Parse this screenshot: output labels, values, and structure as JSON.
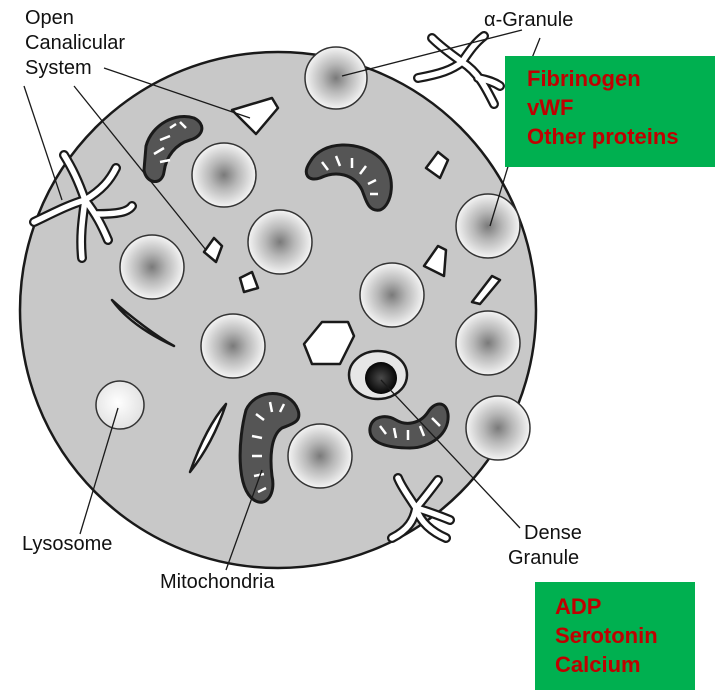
{
  "labels": {
    "open_canalicular_system": [
      "Open",
      "Canalicular",
      "System"
    ],
    "alpha_granule": "α-Granule",
    "lysosome": "Lysosome",
    "mitochondria": "Mitochondria",
    "dense_granule": [
      "Dense",
      "Granule"
    ]
  },
  "boxes": {
    "alpha_contents": [
      "Fibrinogen",
      "vWF",
      "Other proteins"
    ],
    "dense_contents": [
      "ADP",
      "Serotonin",
      "Calcium"
    ]
  },
  "colors": {
    "cell_fill": "#c8c8c8",
    "outline": "#1a1a1a",
    "box_background": "#00b050",
    "box_text": "#c00000"
  }
}
